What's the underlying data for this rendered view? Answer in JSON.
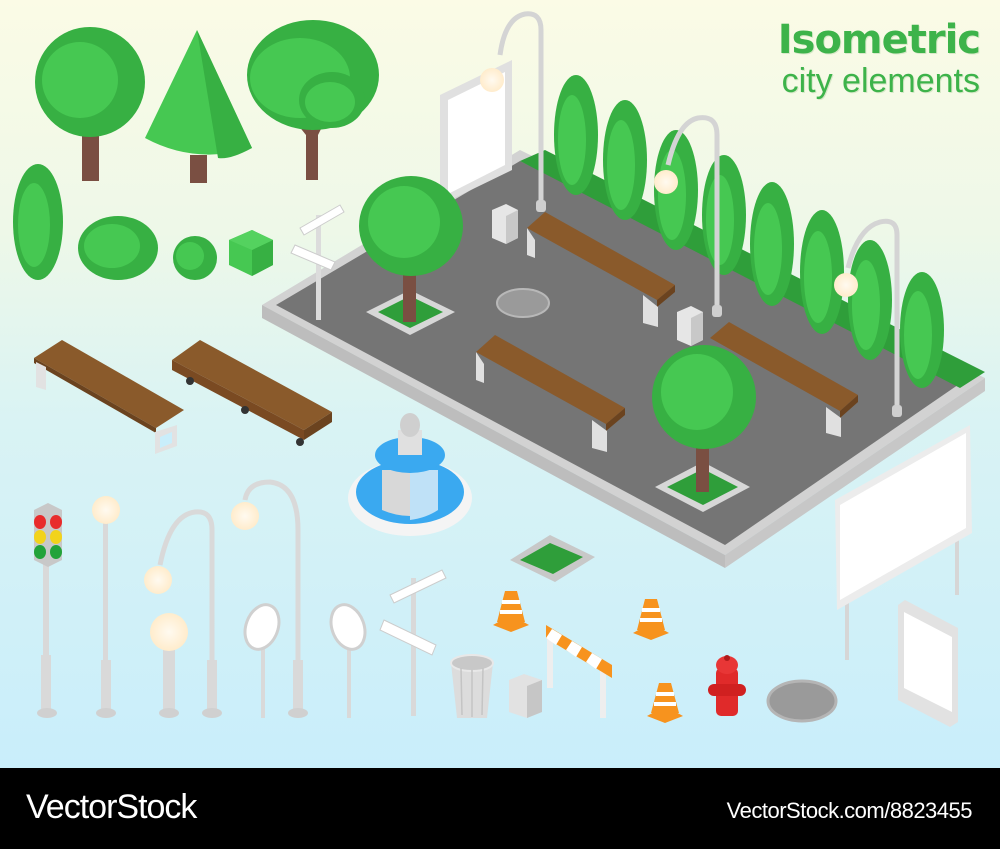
{
  "title": {
    "main": "Isometric",
    "sub": "city elements"
  },
  "footer": {
    "brand": "VectorStock",
    "url": "VectorStock.com/8823455"
  },
  "colors": {
    "title_green": "#3db34a",
    "tree_green": "#46c852",
    "tree_green_dark": "#37b043",
    "trunk_brown": "#7a4f42",
    "plaza_asphalt": "#757575",
    "plaza_border": "#cfcfcf",
    "grass": "#2f9e3a",
    "bench_wood": "#8a5a2b",
    "water_blue": "#3aa9f0",
    "cone_orange": "#f7931e",
    "hydrant_red": "#e02a2a",
    "lamp_globe": "#fff1da",
    "background_top": "#fbfbe6",
    "background_bottom": "#c9eefb",
    "footer_bg": "#000000"
  },
  "elements": {
    "trees": [
      "round-tree",
      "cone-tree",
      "double-crown-tree",
      "tall-shrub",
      "wide-bush",
      "round-bush",
      "cube-bush"
    ],
    "benches": [
      "bench-metal-legs",
      "bench-black-feet"
    ],
    "lamps": [
      "traffic-light",
      "globe-lamp-tall",
      "curved-lamp-short",
      "globe-lamp-short",
      "curved-lamp-tall"
    ],
    "signs": [
      "oval-sign",
      "oval-sign-2",
      "direction-sign"
    ],
    "misc": [
      "fountain",
      "grass-planter",
      "traffic-cone",
      "traffic-cone-2",
      "traffic-cone-3",
      "striped-barrier",
      "trash-can-round",
      "trash-can-square",
      "fire-hydrant",
      "manhole-cover",
      "billboard",
      "poster-stand"
    ]
  }
}
